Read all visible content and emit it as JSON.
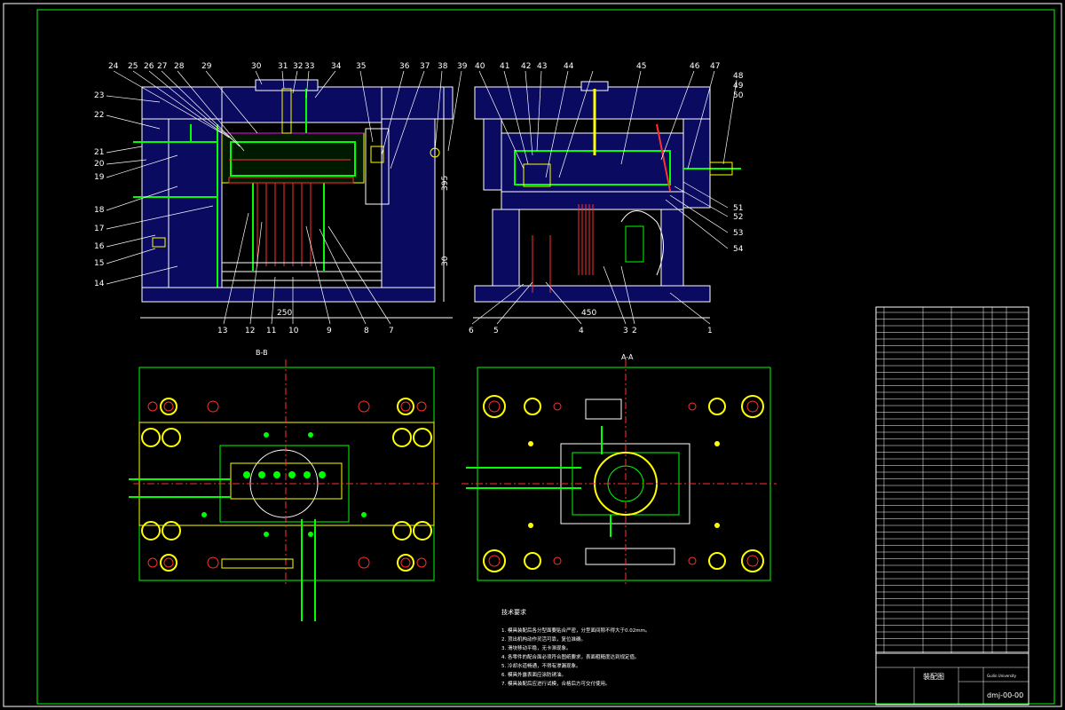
{
  "drawing": {
    "callouts_left_top": [
      "24",
      "25",
      "26",
      "27",
      "28",
      "29",
      "30",
      "31",
      "32",
      "33",
      "34",
      "35",
      "36",
      "37",
      "38"
    ],
    "callouts_right_top": [
      "39",
      "40",
      "41",
      "42",
      "43",
      "44",
      "45",
      "46",
      "47"
    ],
    "callouts_right_side": [
      "48",
      "49",
      "50",
      "51",
      "52",
      "53",
      "54"
    ],
    "callouts_left_side": [
      "23",
      "22",
      "21",
      "20",
      "19",
      "18",
      "17",
      "16",
      "15",
      "14"
    ],
    "callouts_bottom_left": [
      "13",
      "12",
      "11",
      "10",
      "9",
      "8",
      "7"
    ],
    "callouts_bottom_right": [
      "6",
      "5",
      "4",
      "3",
      "2",
      "1"
    ],
    "section_label_left": "B-B",
    "section_label_right": "A-A",
    "dims": {
      "d1": "450",
      "d2": "395",
      "d3": "250",
      "d4": "30"
    },
    "notes_title": "技术要求",
    "notes": [
      "1. 模具装配后各分型面要贴合严密，分型面间隙不得大于0.02mm。",
      "2. 顶出机构动作灵活可靠，复位准确。",
      "3. 滑块移动平稳，无卡滞现象。",
      "4. 各零件的配合面必须符合图纸要求，表面粗糙度达到规定值。",
      "5. 冷却水道畅通，不得有渗漏现象。",
      "6. 模具外露表面应涂防锈油。",
      "7. 模具装配后应进行试模，合格后方可交付使用。"
    ],
    "title_block": {
      "name": "装配图",
      "drawing_no": "dmj-00-00",
      "school": "Guilin University"
    }
  }
}
